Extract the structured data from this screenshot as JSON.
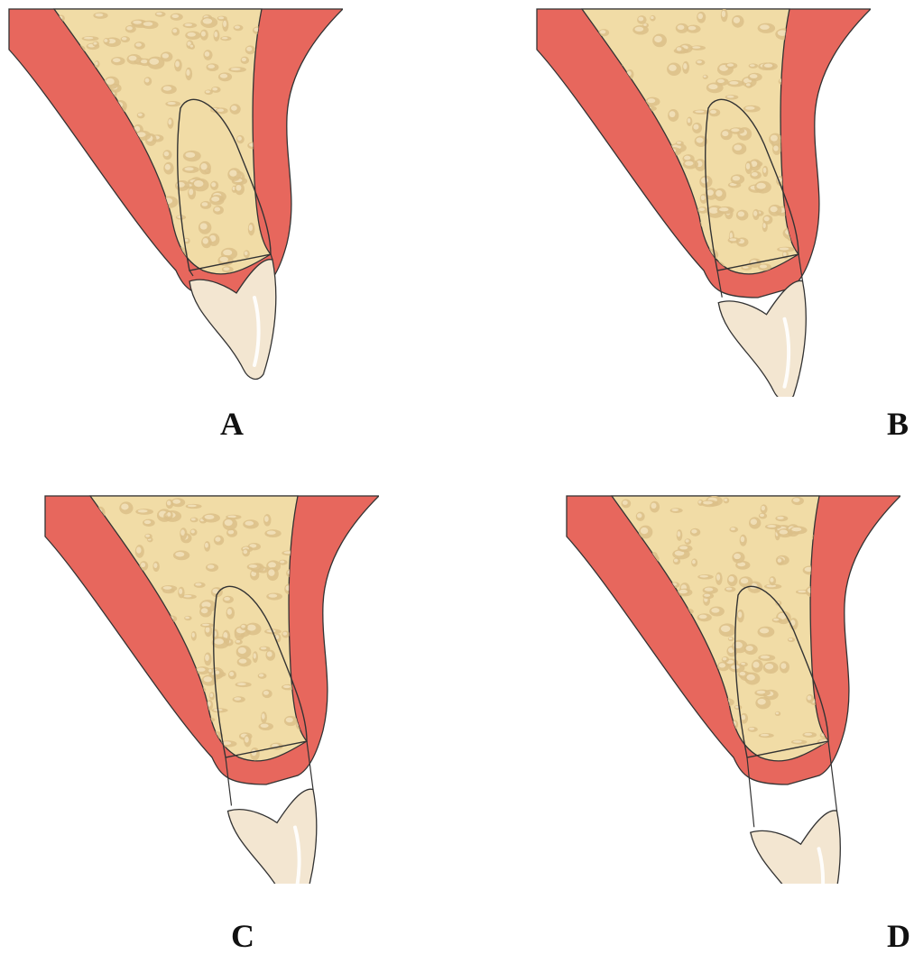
{
  "panels": [
    {
      "label": "A",
      "crown_gap": 0.0
    },
    {
      "label": "B",
      "crown_gap": 0.25
    },
    {
      "label": "C",
      "crown_gap": 0.5
    },
    {
      "label": "D",
      "crown_gap": 0.75
    }
  ],
  "colors": {
    "soft_tissue": "#e7675d",
    "soft_tissue_dark": "#c9464a",
    "bone": "#f1dca6",
    "bone_pore": "#dcbf88",
    "bone_pore_light": "#fbf0d2",
    "tooth": "#f3e6d1",
    "tooth_highlight": "#ffffff",
    "outline": "#333333",
    "label": "#111111"
  }
}
